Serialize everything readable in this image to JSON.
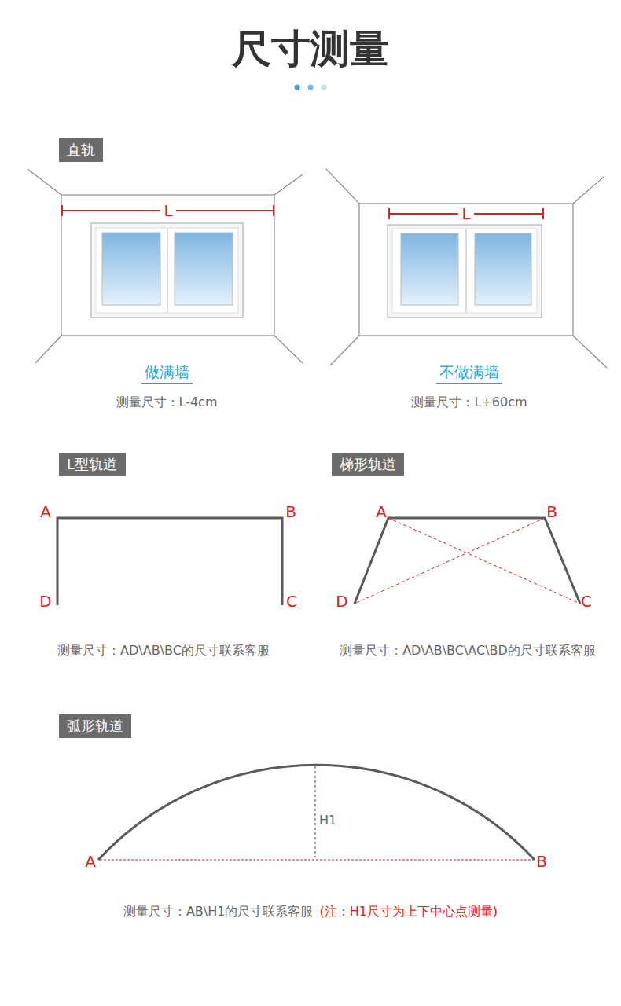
{
  "diagram": {
    "title": "尺寸测量",
    "nodes": [
      {
        "text": [
          "直轨"
        ]
      },
      {
        "text": [
          "L型轨道"
        ]
      },
      {
        "text": [
          "梯形轨道"
        ]
      },
      {
        "text": [
          "弧形轨道"
        ]
      }
    ],
    "labels": [
      "L",
      "做满墙",
      "测量尺寸：L-4cm",
      "L",
      "不做满墙",
      "测量尺寸：L+60cm",
      "A",
      "B",
      "D",
      "C",
      "测量尺寸：AD\\AB\\BC的尺寸联系客服",
      "A",
      "B",
      "D",
      "C",
      "测量尺寸：AD\\AB\\BC\\AC\\BD的尺寸联系客服",
      "H1",
      "A",
      "B",
      "测量尺寸：AB\\H1的尺寸联系客服",
      "(注：H1尺寸为上下中心点测量)"
    ]
  }
}
